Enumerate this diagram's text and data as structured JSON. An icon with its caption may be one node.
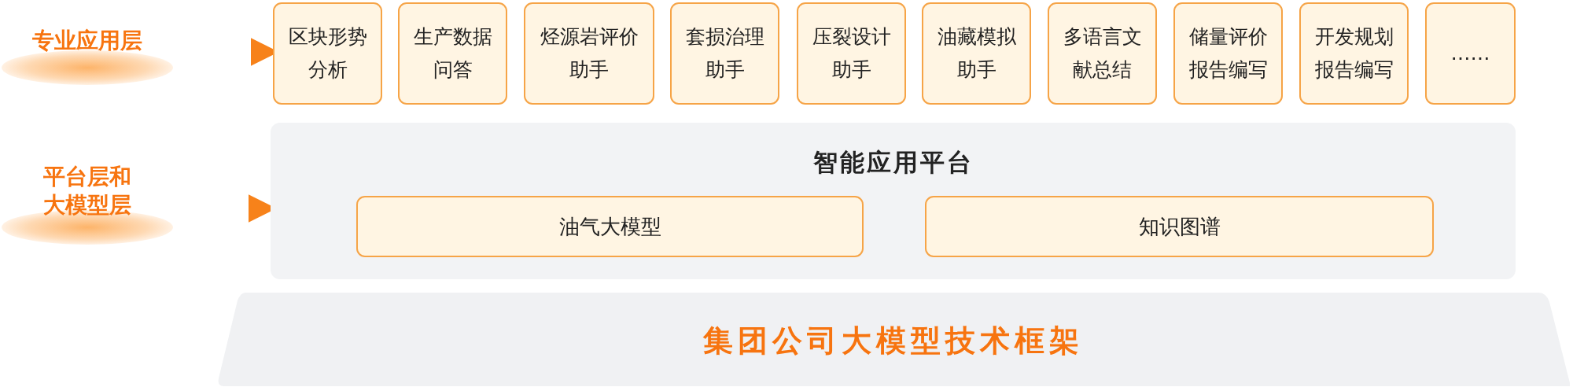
{
  "diagram": {
    "nodes": [
      {
        "text": [
          "专业应用层"
        ]
      },
      {
        "text": [
          "区块形势分析"
        ]
      },
      {
        "text": [
          "生产数据问答"
        ]
      },
      {
        "text": [
          "烃源岩评价助手"
        ]
      },
      {
        "text": [
          "套损治理助手"
        ]
      },
      {
        "text": [
          "压裂设计助手"
        ]
      },
      {
        "text": [
          "油藏模拟助手"
        ]
      },
      {
        "text": [
          "多语言文献总结"
        ]
      },
      {
        "text": [
          "储量评价报告编写"
        ]
      },
      {
        "text": [
          "开发规划报告编写"
        ]
      },
      {
        "text": [
          "……"
        ]
      },
      {
        "text": [
          "平台层和大模型层"
        ]
      },
      {
        "text": [
          "智能应用平台"
        ]
      },
      {
        "text": [
          "油气大模型"
        ],
        "in": 12
      },
      {
        "text": [
          "知识图谱"
        ],
        "in": 12
      },
      {
        "text": [
          "集团公司大模型技术框架"
        ]
      }
    ],
    "edges": [
      {
        "from": 0,
        "to": 1,
        "arrow": "to"
      },
      {
        "from": 11,
        "to": 12,
        "arrow": "to"
      }
    ]
  }
}
